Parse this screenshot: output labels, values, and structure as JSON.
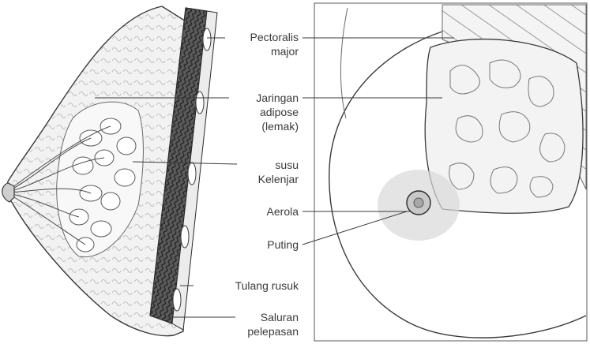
{
  "labels": {
    "pectoralis_1": "Pectoralis",
    "pectoralis_2": "major",
    "jaringan_1": "Jaringan",
    "jaringan_2": "adipose",
    "jaringan_3": "(lemak)",
    "kelenjar_1": "susu",
    "kelenjar_2": "Kelenjar",
    "aerola": "Aerola",
    "puting": "Puting",
    "tulang": "Tulang rusuk",
    "saluran_1": "Saluran",
    "saluran_2": "pelepasan"
  },
  "colors": {
    "ink": "#3a3a3a",
    "muscle": "#4a4a4a",
    "tissue": "#eeeeee",
    "areola": "#9a9a9a"
  }
}
